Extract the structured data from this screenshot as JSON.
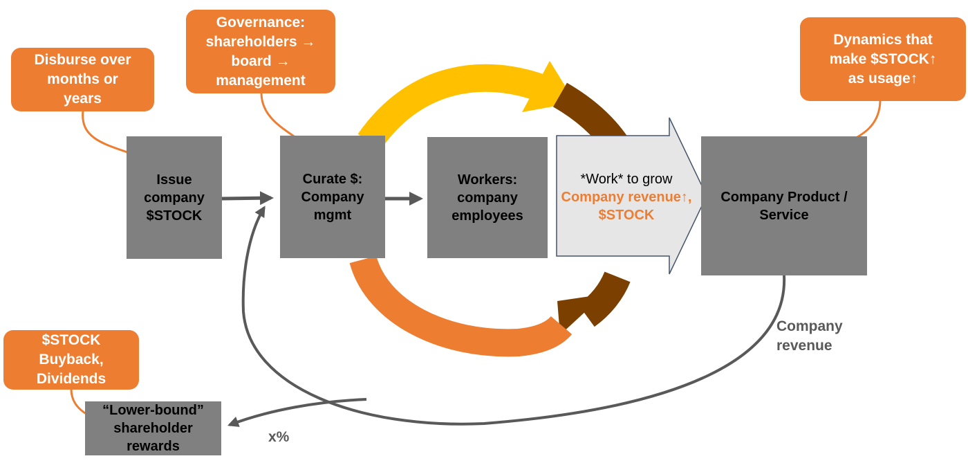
{
  "colors": {
    "accent_orange": "#ED7D31",
    "accent_yellow": "#FFC000",
    "brown": "#7B3F00",
    "box_gray": "#808080",
    "arrow_gray": "#595959",
    "light_arrow": "#E7E6E6"
  },
  "callouts": {
    "disburse": [
      "Disburse over",
      "months or",
      "years"
    ],
    "governance": [
      "Governance:",
      "shareholders →",
      "board →",
      "management"
    ],
    "dynamics": [
      "Dynamics that",
      "make $STOCK↑",
      "as usage↑"
    ],
    "buyback": [
      "$STOCK",
      "Buyback,",
      "Dividends"
    ]
  },
  "boxes": {
    "issue": [
      "Issue",
      "company",
      "$STOCK"
    ],
    "curate": [
      "Curate $:",
      "Company",
      "mgmt"
    ],
    "workers": [
      "Workers:",
      "company",
      "employees"
    ],
    "product": [
      "Company Product /",
      "Service"
    ],
    "rewards": [
      "“Lower-bound”",
      "shareholder",
      "rewards"
    ]
  },
  "work_arrow": {
    "line1": "*Work* to grow",
    "line2": "Company revenue↑,",
    "line3": "$STOCK"
  },
  "labels": {
    "company_revenue": [
      "Company",
      "revenue"
    ],
    "percent": "x%"
  }
}
